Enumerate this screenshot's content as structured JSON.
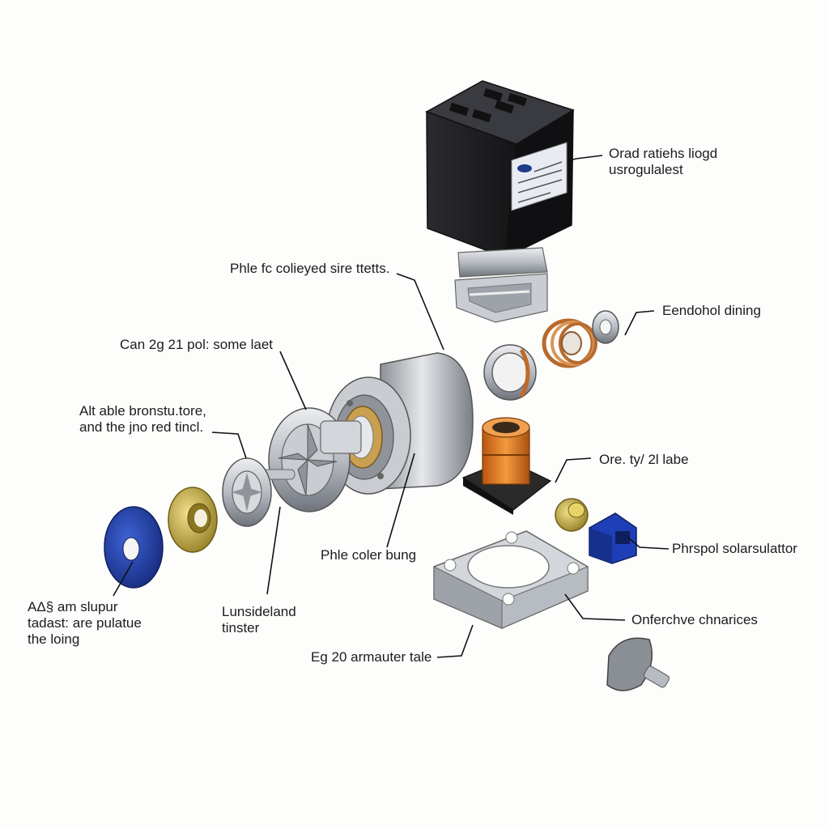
{
  "labels": {
    "top_right_1": "Orad ratiehs liogd",
    "top_right_2": "usrogulalest",
    "upper_center": "Phle fc colieyed sire ttetts.",
    "endohol": "Eendohol dining",
    "can": "Can 2g 21 pol: some laet",
    "alt_1": "Alt able bronstu.tore,",
    "alt_2": "and the jno red tincl.",
    "ore": "Ore. ty/ 2l labe",
    "phle_coler": "Phle coler bung",
    "phrspol": "Phrspol solarsulattor",
    "as_1": "AΔ§ am slupur",
    "as_2": "tadast: are pulatue",
    "as_3": "the loing",
    "lunside_1": "Lunsideland",
    "lunside_2": "tinster",
    "onferchve": "Onferchve chnarices",
    "eg20": "Eg 20 armauter tale"
  },
  "icons": {
    "control_box": "control-box-icon",
    "mount_bracket": "mounting-bracket-icon",
    "spring": "spring-icon",
    "bearing": "bearing-icon",
    "motor_housing": "motor-housing-icon",
    "fan_rotor": "fan-rotor-icon",
    "blue_washer": "blue-washer-icon",
    "brass_nut": "brass-nut-icon",
    "orange_coupling": "orange-coupling-icon",
    "flange_plate": "flange-plate-icon",
    "blue_block": "blue-connector-block-icon",
    "mushroom_plug": "mushroom-plug-icon"
  },
  "colors": {
    "background": "#fdfdfc",
    "box_black": "#1f1f22",
    "metal": "#b9bcc2",
    "blue_part": "#1b3aa8",
    "brass": "#c9b24a",
    "copper": "#c87a3a",
    "orange": "#e07a1f"
  }
}
